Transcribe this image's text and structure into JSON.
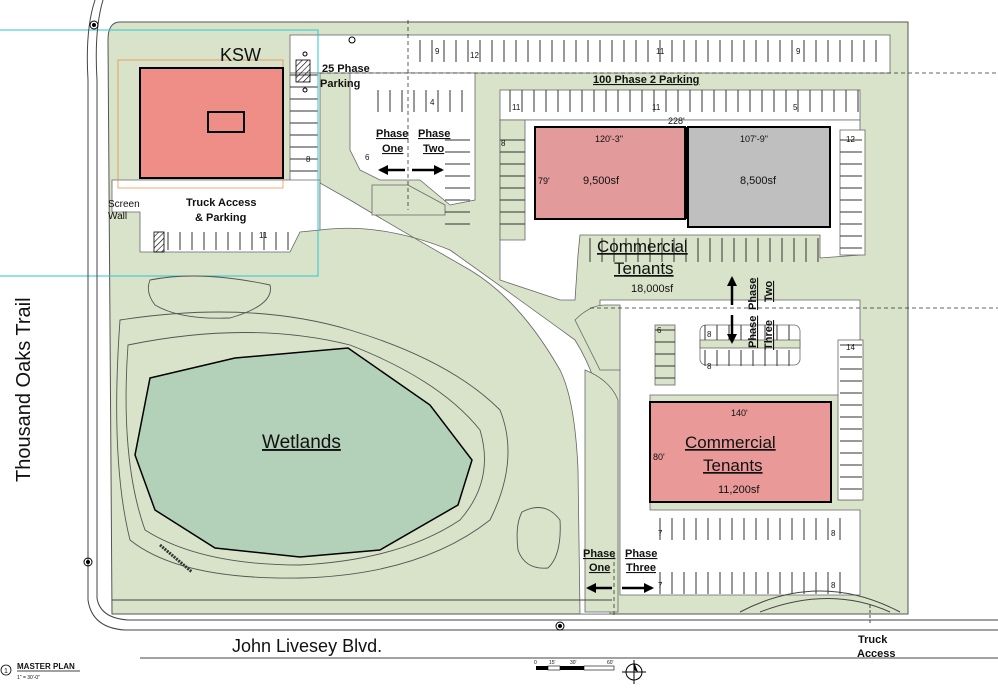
{
  "labels": {
    "ksw": "KSW",
    "phase25_line1": "25 Phase",
    "phase25_line2": "Parking",
    "phase2_parking": "100 Phase 2 Parking",
    "phase_one_top_a": "Phase",
    "phase_one_top_b": "One",
    "phase_two_top_a": "Phase",
    "phase_two_top_b": "Two",
    "screen_wall_a": "Screen",
    "screen_wall_b": "Wall",
    "truck_access_parking_a": "Truck Access",
    "truck_access_parking_b": "& Parking",
    "wetlands": "Wetlands",
    "thousand_oaks": "Thousand Oaks Trail",
    "john_livesey": "John Livesey Blvd.",
    "commercial_top_a": "Commercial",
    "commercial_top_b": "Tenants",
    "commercial_top_sf": "18,000sf",
    "bldg_left_width": "120'-3\"",
    "bldg_left_sf": "9,500sf",
    "bldg_left_depth": "79'",
    "bldg_right_width": "107'-9\"",
    "bldg_right_sf": "8,500sf",
    "bldg_total_width": "228'",
    "phase_two_right_a": "Phase",
    "phase_two_right_b": "Two",
    "phase_three_right_a": "Phase",
    "phase_three_right_b": "Three",
    "commercial_bottom_a": "Commercial",
    "commercial_bottom_b": "Tenants",
    "commercial_bottom_sf": "11,200sf",
    "bldg_bottom_width": "140'",
    "bldg_bottom_depth": "80'",
    "phase_one_bottom_a": "Phase",
    "phase_one_bottom_b": "One",
    "phase_three_bottom_a": "Phase",
    "phase_three_bottom_b": "Three",
    "truck_access_a": "Truck",
    "truck_access_b": "Access",
    "master_plan": "MASTER PLAN",
    "sheet_number": "1",
    "scale_note": "1\" = 30'-0\"",
    "scale_0": "0",
    "scale_15": "15'",
    "scale_30": "30'",
    "scale_60": "60'"
  },
  "stall_counts": {
    "ksw_top": "9",
    "top_row_a": "12",
    "top_row_b": "11",
    "top_row_c": "9",
    "mid_row_4": "4",
    "mid_row_6": "6",
    "ksw_side_8": "8",
    "truck_row_11": "11",
    "row2_11": "11",
    "row2_11b": "11",
    "row2_5": "5",
    "left_8": "8",
    "right_12": "12",
    "lower_6": "6",
    "island_8a": "8",
    "island_8b": "8",
    "right_14": "14",
    "bottom_7a": "7",
    "bottom_8a": "8",
    "bottom_7b": "7",
    "bottom_8b": "8"
  },
  "colors": {
    "site_green": "#d9e3c9",
    "wetland_fill": "#b3d1b8",
    "ksw_building": "#ee8e86",
    "commercial_pink": "#e29a9a",
    "commercial_grey": "#bfbfbf",
    "commercial_bottom": "#ea9999",
    "cyan_line": "#2ec4d2",
    "orange_line": "#e8833a"
  }
}
